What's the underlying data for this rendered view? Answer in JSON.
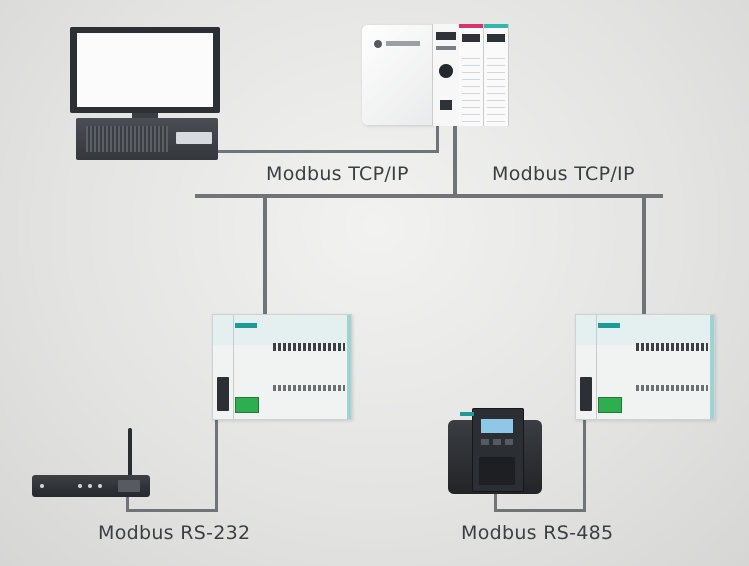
{
  "labels": {
    "tcp_left": "Modbus TCP/IP",
    "tcp_right": "Modbus TCP/IP",
    "rs232": "Modbus RS-232",
    "rs485": "Modbus RS-485"
  },
  "colors": {
    "wire": "#707476",
    "label_text": "#3b3f42",
    "plc_accent_pink": "#d6336c",
    "plc_accent_teal": "#33b5b0",
    "terminal_green": "#2fae4f"
  },
  "nodes": [
    "workstation-icon",
    "plc-controller-icon",
    "remote-plc-left-icon",
    "remote-plc-right-icon",
    "wireless-router-icon",
    "vfd-drive-icon"
  ]
}
